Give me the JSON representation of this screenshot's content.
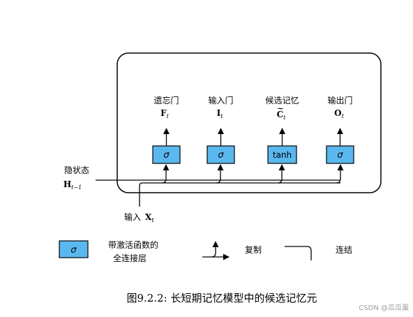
{
  "diagram": {
    "gates": [
      {
        "id": "forget",
        "name": "遗忘门",
        "symbol": "F",
        "sub": "t",
        "activation": "σ"
      },
      {
        "id": "input",
        "name": "输入门",
        "symbol": "I",
        "sub": "t",
        "activation": "σ"
      },
      {
        "id": "candidate",
        "name": "候选记忆",
        "symbol": "C",
        "symbol_accent": "~",
        "sub": "t",
        "activation": "tanh"
      },
      {
        "id": "output",
        "name": "输出门",
        "symbol": "O",
        "sub": "t",
        "activation": "σ"
      }
    ],
    "hidden_state": {
      "label": "隐状态",
      "symbol": "H",
      "sub": "t−1"
    },
    "input": {
      "label": "输入",
      "symbol": "X",
      "sub": "t"
    },
    "legend": {
      "activation_symbol": "σ",
      "activation_line1": "带激活函数的",
      "activation_line2": "全连接层",
      "copy_label": "复制",
      "concat_label": "连结"
    },
    "caption": "图9.2.2: 长短期记忆模型中的候选记忆元",
    "watermark": "CSDN @瓜瓜蛋",
    "colors": {
      "box_fill": "#5bb8ef",
      "stroke": "#000000"
    }
  }
}
